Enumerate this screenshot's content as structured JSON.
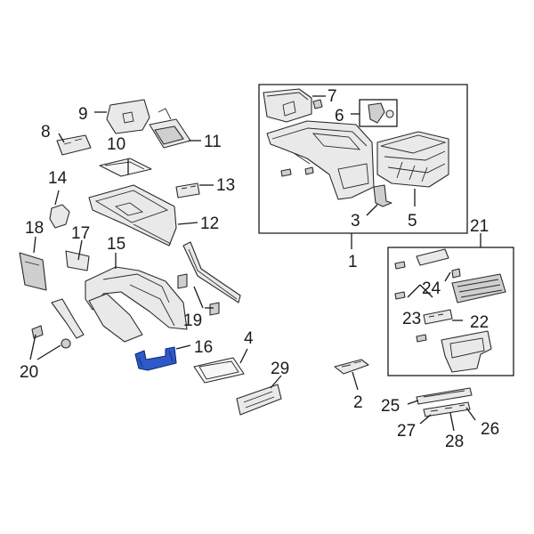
{
  "highlight_color": "#2f58c8",
  "callouts": {
    "c1": "1",
    "c2": "2",
    "c3": "3",
    "c4": "4",
    "c5": "5",
    "c6": "6",
    "c7": "7",
    "c8": "8",
    "c9": "9",
    "c10": "10",
    "c11": "11",
    "c12": "12",
    "c13": "13",
    "c14": "14",
    "c15": "15",
    "c16": "16",
    "c17": "17",
    "c18": "18",
    "c19": "19",
    "c20": "20",
    "c21": "21",
    "c22": "22",
    "c23": "23",
    "c24": "24",
    "c25": "25",
    "c26": "26",
    "c27": "27",
    "c28": "28",
    "c29": "29"
  }
}
